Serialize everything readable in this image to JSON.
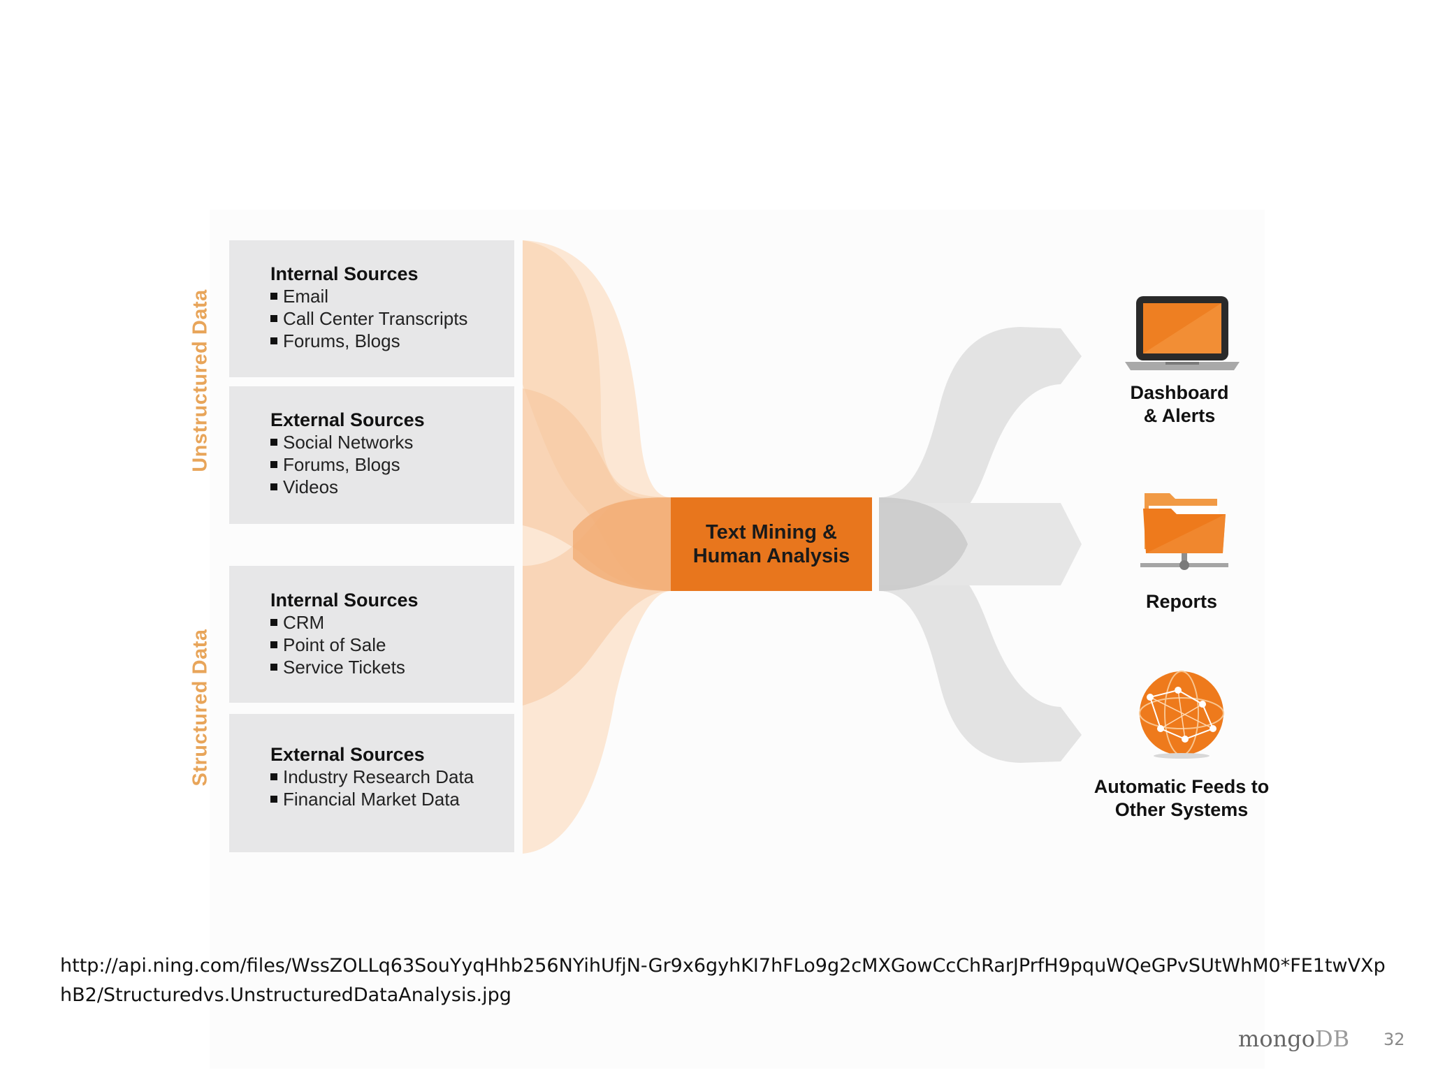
{
  "diagram": {
    "groups": [
      {
        "label": "Unstructured Data",
        "sources": [
          {
            "title": "Internal Sources",
            "items": [
              "Email",
              "Call Center Transcripts",
              "Forums, Blogs"
            ]
          },
          {
            "title": "External Sources",
            "items": [
              "Social Networks",
              "Forums, Blogs",
              "Videos"
            ]
          }
        ]
      },
      {
        "label": "Structured Data",
        "sources": [
          {
            "title": "Internal Sources",
            "items": [
              "CRM",
              "Point of Sale",
              "Service Tickets"
            ]
          },
          {
            "title": "External Sources",
            "items": [
              "Industry Research Data",
              "Financial Market Data"
            ]
          }
        ]
      }
    ],
    "center": "Text Mining &\nHuman Analysis",
    "outputs": [
      {
        "label": "Dashboard\n& Alerts",
        "icon": "laptop-icon"
      },
      {
        "label": "Reports",
        "icon": "folder-icon"
      },
      {
        "label": "Automatic Feeds to\nOther Systems",
        "icon": "globe-icon"
      }
    ],
    "colors": {
      "accent": "#e8761d",
      "flow_light": "#fbe3cc",
      "box_gray": "#e7e7e8",
      "gray_flow": "#dedede",
      "label_orange": "#e8a55a"
    }
  },
  "footer": {
    "url": "http://api.ning.com/files/WssZOLLq63SouYyqHhb256NYihUfjN-Gr9x6gyhKI7hFLo9g2cMXGowCcChRarJPrfH9pquWQeGPvSUtWhM0*FE1twVXphB2/Structuredvs.UnstructuredDataAnalysis.jpg",
    "logo_mongo": "mongo",
    "logo_db": "DB",
    "page_number": "32"
  }
}
